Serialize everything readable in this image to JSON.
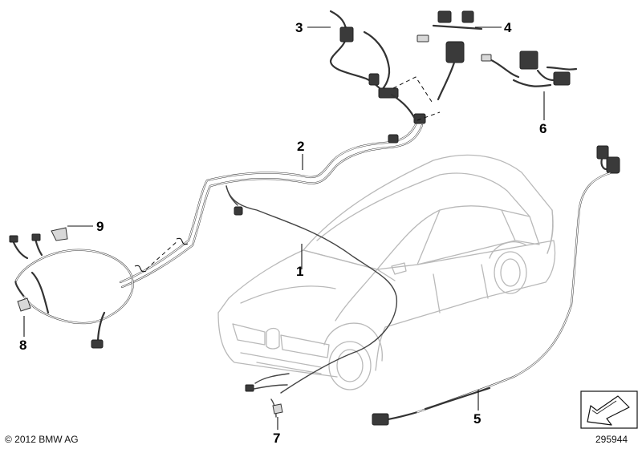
{
  "callouts": [
    {
      "id": "1",
      "label": "1"
    },
    {
      "id": "2",
      "label": "2"
    },
    {
      "id": "3",
      "label": "3"
    },
    {
      "id": "4",
      "label": "4"
    },
    {
      "id": "5",
      "label": "5"
    },
    {
      "id": "6",
      "label": "6"
    },
    {
      "id": "7",
      "label": "7"
    },
    {
      "id": "8",
      "label": "8"
    },
    {
      "id": "9",
      "label": "9"
    }
  ],
  "footer": {
    "copyright": "© 2012 BMW AG",
    "drawing_number": "295944"
  }
}
